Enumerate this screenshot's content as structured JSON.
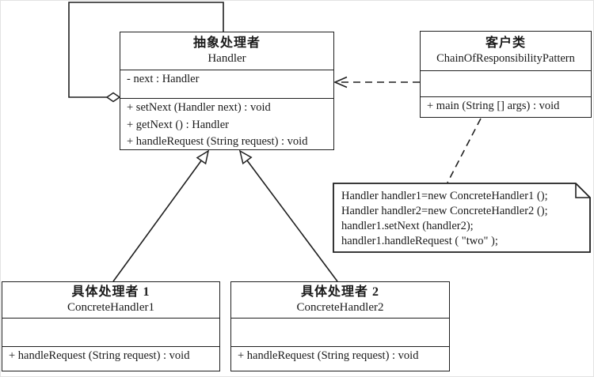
{
  "colors": {
    "line": "#1f1f1f",
    "background": "#ffffff",
    "text": "#1a1a1a"
  },
  "diagram": {
    "type": "uml-class-diagram",
    "pattern": "Chain of Responsibility"
  },
  "classes": {
    "handler": {
      "name_cn": "抽象处理者",
      "name_en": "Handler",
      "attributes": [
        "- next : Handler"
      ],
      "methods": [
        "+ setNext (Handler next) : void",
        "+ getNext () : Handler",
        "+ handleRequest (String request) : void"
      ]
    },
    "client": {
      "name_cn": "客户类",
      "name_en": "ChainOfResponsibilityPattern",
      "attributes": [],
      "methods": [
        "+ main (String [] args) : void"
      ]
    },
    "concrete1": {
      "name_cn": "具体处理者 1",
      "name_en": "ConcreteHandler1",
      "attributes": [],
      "methods": [
        "+ handleRequest (String request) : void"
      ]
    },
    "concrete2": {
      "name_cn": "具体处理者 2",
      "name_en": "ConcreteHandler2",
      "attributes": [],
      "methods": [
        "+ handleRequest (String request) : void"
      ]
    }
  },
  "note": {
    "lines": [
      "Handler handler1=new ConcreteHandler1 ();",
      "Handler handler2=new ConcreteHandler2 ();",
      "handler1.setNext (handler2);",
      "handler1.handleRequest (  \"two\"  );"
    ]
  },
  "relations": {
    "self_association": "Handler aggregates next Handler",
    "dependency": "Client depends on Handler",
    "generalization1": "ConcreteHandler1 extends Handler",
    "generalization2": "ConcreteHandler2 extends Handler",
    "note_anchor": "Client anchored to code note"
  }
}
